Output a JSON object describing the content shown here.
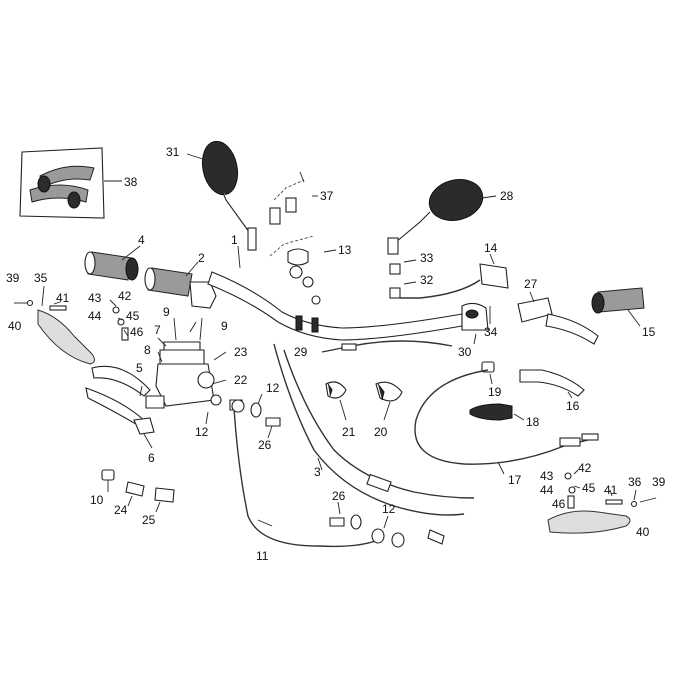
{
  "diagram": {
    "callouts": [
      {
        "id": "c1",
        "text": "1"
      },
      {
        "id": "c2",
        "text": "2"
      },
      {
        "id": "c3",
        "text": "3"
      },
      {
        "id": "c4",
        "text": "4"
      },
      {
        "id": "c5",
        "text": "5"
      },
      {
        "id": "c6",
        "text": "6"
      },
      {
        "id": "c7",
        "text": "7"
      },
      {
        "id": "c8",
        "text": "8"
      },
      {
        "id": "c9a",
        "text": "9"
      },
      {
        "id": "c9b",
        "text": "9"
      },
      {
        "id": "c10",
        "text": "10"
      },
      {
        "id": "c11",
        "text": "11"
      },
      {
        "id": "c12a",
        "text": "12"
      },
      {
        "id": "c12b",
        "text": "12"
      },
      {
        "id": "c12c",
        "text": "12"
      },
      {
        "id": "c13",
        "text": "13"
      },
      {
        "id": "c14",
        "text": "14"
      },
      {
        "id": "c15",
        "text": "15"
      },
      {
        "id": "c16",
        "text": "16"
      },
      {
        "id": "c17",
        "text": "17"
      },
      {
        "id": "c18",
        "text": "18"
      },
      {
        "id": "c19",
        "text": "19"
      },
      {
        "id": "c20",
        "text": "20"
      },
      {
        "id": "c21",
        "text": "21"
      },
      {
        "id": "c22",
        "text": "22"
      },
      {
        "id": "c23",
        "text": "23"
      },
      {
        "id": "c24",
        "text": "24"
      },
      {
        "id": "c25",
        "text": "25"
      },
      {
        "id": "c26a",
        "text": "26"
      },
      {
        "id": "c26b",
        "text": "26"
      },
      {
        "id": "c27",
        "text": "27"
      },
      {
        "id": "c28",
        "text": "28"
      },
      {
        "id": "c29",
        "text": "29"
      },
      {
        "id": "c30",
        "text": "30"
      },
      {
        "id": "c31",
        "text": "31"
      },
      {
        "id": "c32",
        "text": "32"
      },
      {
        "id": "c33",
        "text": "33"
      },
      {
        "id": "c34",
        "text": "34"
      },
      {
        "id": "c35",
        "text": "35"
      },
      {
        "id": "c36",
        "text": "36"
      },
      {
        "id": "c37",
        "text": "37"
      },
      {
        "id": "c38",
        "text": "38"
      },
      {
        "id": "c39a",
        "text": "39"
      },
      {
        "id": "c39b",
        "text": "39"
      },
      {
        "id": "c40a",
        "text": "40"
      },
      {
        "id": "c40b",
        "text": "40"
      },
      {
        "id": "c41a",
        "text": "41"
      },
      {
        "id": "c41b",
        "text": "41"
      },
      {
        "id": "c42a",
        "text": "42"
      },
      {
        "id": "c42b",
        "text": "42"
      },
      {
        "id": "c43a",
        "text": "43"
      },
      {
        "id": "c43b",
        "text": "43"
      },
      {
        "id": "c44a",
        "text": "44"
      },
      {
        "id": "c44b",
        "text": "44"
      },
      {
        "id": "c45a",
        "text": "45"
      },
      {
        "id": "c45b",
        "text": "45"
      },
      {
        "id": "c46a",
        "text": "46"
      },
      {
        "id": "c46b",
        "text": "46"
      }
    ]
  }
}
